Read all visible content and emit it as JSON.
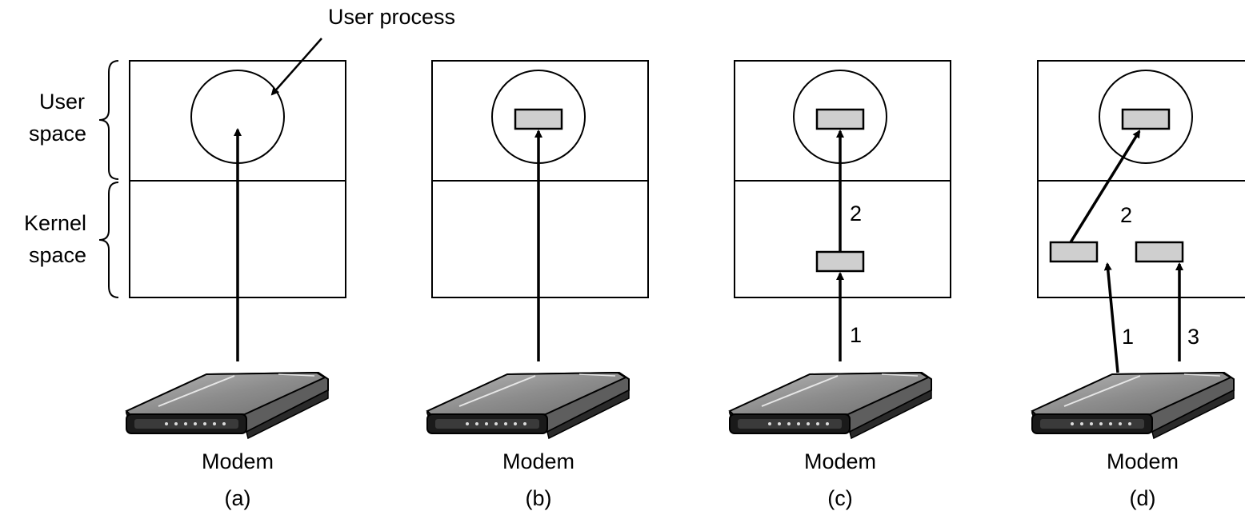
{
  "callout": {
    "label": "User process"
  },
  "space_labels": {
    "user": [
      "User",
      "space"
    ],
    "kernel": [
      "Kernel",
      "space"
    ]
  },
  "panels": [
    {
      "id": "a",
      "device_label": "Modem",
      "caption": "(a)",
      "step_labels": []
    },
    {
      "id": "b",
      "device_label": "Modem",
      "caption": "(b)",
      "step_labels": []
    },
    {
      "id": "c",
      "device_label": "Modem",
      "caption": "(c)",
      "step_labels": [
        "2",
        "1"
      ]
    },
    {
      "id": "d",
      "device_label": "Modem",
      "caption": "(d)",
      "step_labels": [
        "2",
        "1",
        "3"
      ]
    }
  ],
  "colors": {
    "stroke": "#000000",
    "buffer_fill": "#cfcfcf",
    "modem_body": "#8a8a8a",
    "background": "#ffffff"
  }
}
